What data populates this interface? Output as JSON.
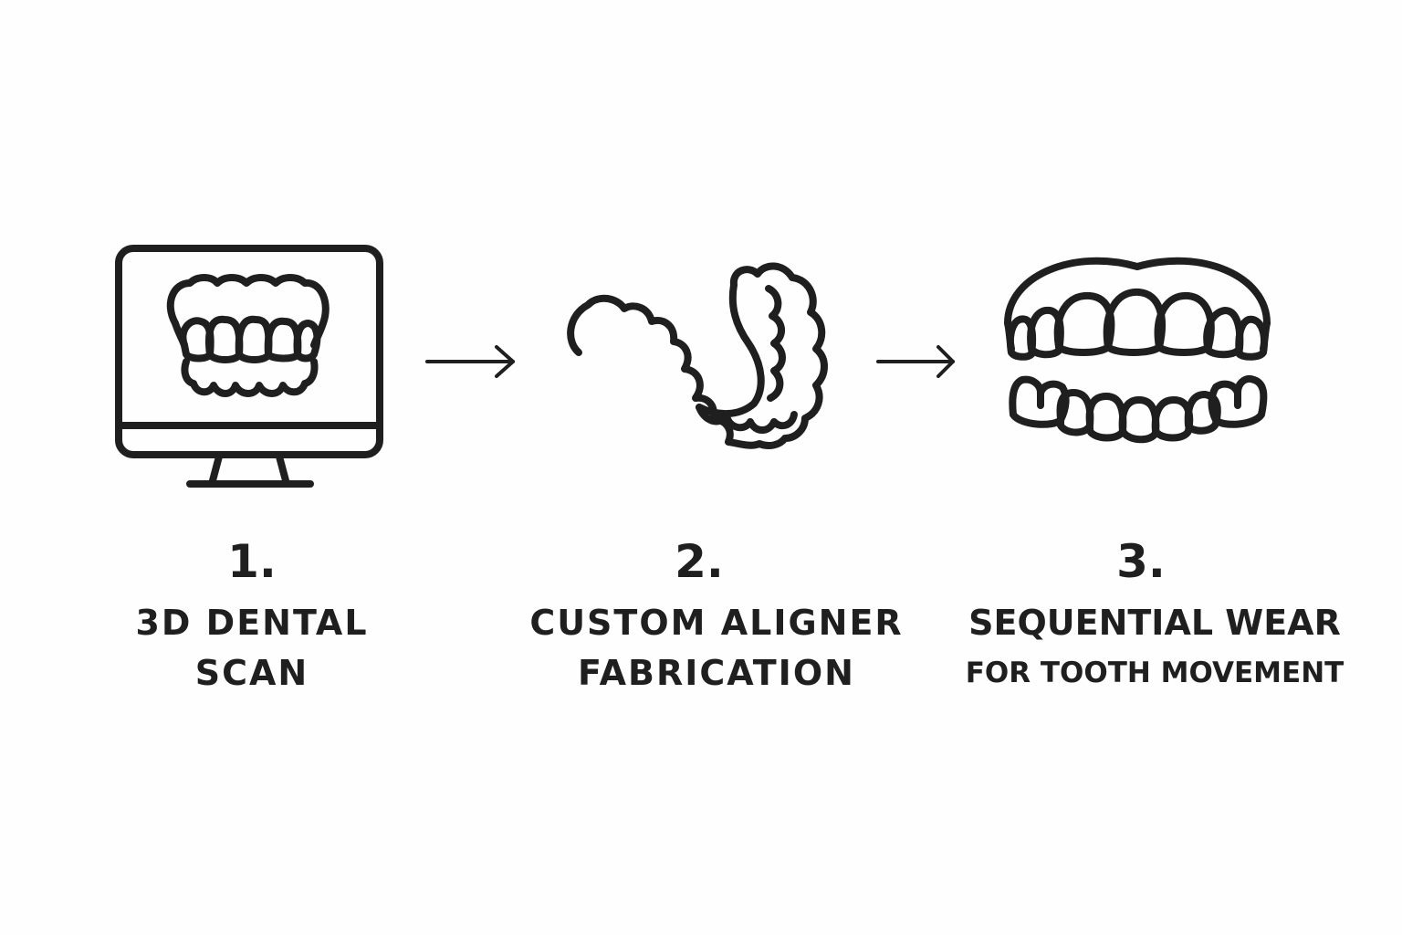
{
  "colors": {
    "background": "#fefefe",
    "ink": "#1f1f1f"
  },
  "steps": [
    {
      "number": "1.",
      "label_line1": "3D DENTAL",
      "label_line2": "SCAN",
      "icon": "monitor-with-teeth-icon"
    },
    {
      "number": "2.",
      "label_line1": "CUSTOM ALIGNER",
      "label_line2": "FABRICATION",
      "icon": "clear-aligner-tray-icon"
    },
    {
      "number": "3.",
      "label_line1": "SEQUENTIAL WEAR",
      "label_line2": "FOR TOOTH MOVEMENT",
      "icon": "open-teeth-icon"
    }
  ],
  "connectors": [
    "right-arrow-icon",
    "right-arrow-icon"
  ]
}
